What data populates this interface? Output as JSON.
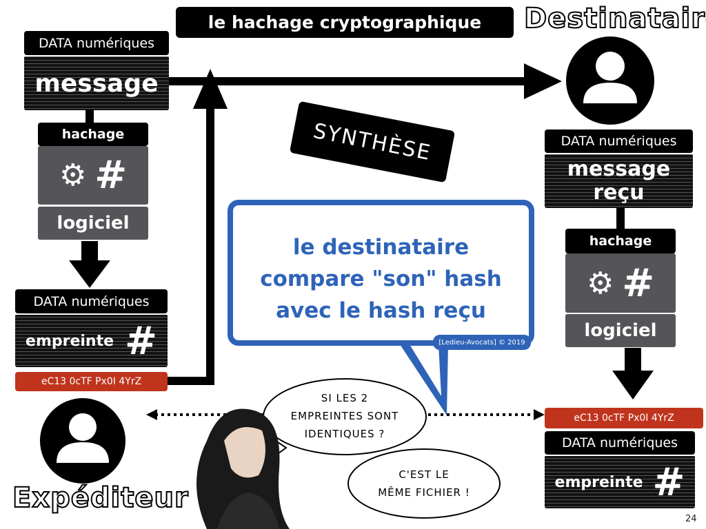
{
  "title": "le hachage cryptographique",
  "recipient_label": "Destinataire",
  "sender_label": "Expéditeur",
  "synthesis": "SYNTHÈSE",
  "sender": {
    "data_header": "DATA numériques",
    "message": "message",
    "hash_header": "hachage",
    "hash_symbol": "#",
    "software": "logiciel",
    "data_header2": "DATA numériques",
    "fingerprint": "empreinte",
    "fingerprint_symbol": "#",
    "hash_value": "eC13 0cTF Px0I 4YrZ"
  },
  "recipient": {
    "data_header": "DATA numériques",
    "message": "message",
    "message2": "reçu",
    "hash_header": "hachage",
    "hash_symbol": "#",
    "software": "logiciel",
    "hash_value": "eC13 0cTF Px0I 4YrZ",
    "data_header2": "DATA numériques",
    "fingerprint": "empreinte",
    "fingerprint_symbol": "#"
  },
  "bubble": {
    "line1": "le destinataire",
    "line2": "compare \"son\" hash",
    "line3": "avec le hash reçu",
    "credit": "[Ledieu-Avocats] © 2019"
  },
  "speech1": {
    "line1": "SI LES 2",
    "line2": "EMPREINTES SONT",
    "line3": "IDENTIQUES ?"
  },
  "speech2": {
    "line1": "C'EST LE",
    "line2": "MÊME FICHIER !"
  },
  "page_number": "24",
  "colors": {
    "blue": "#2e63b8",
    "red": "#c0341d",
    "gray": "#555559"
  }
}
